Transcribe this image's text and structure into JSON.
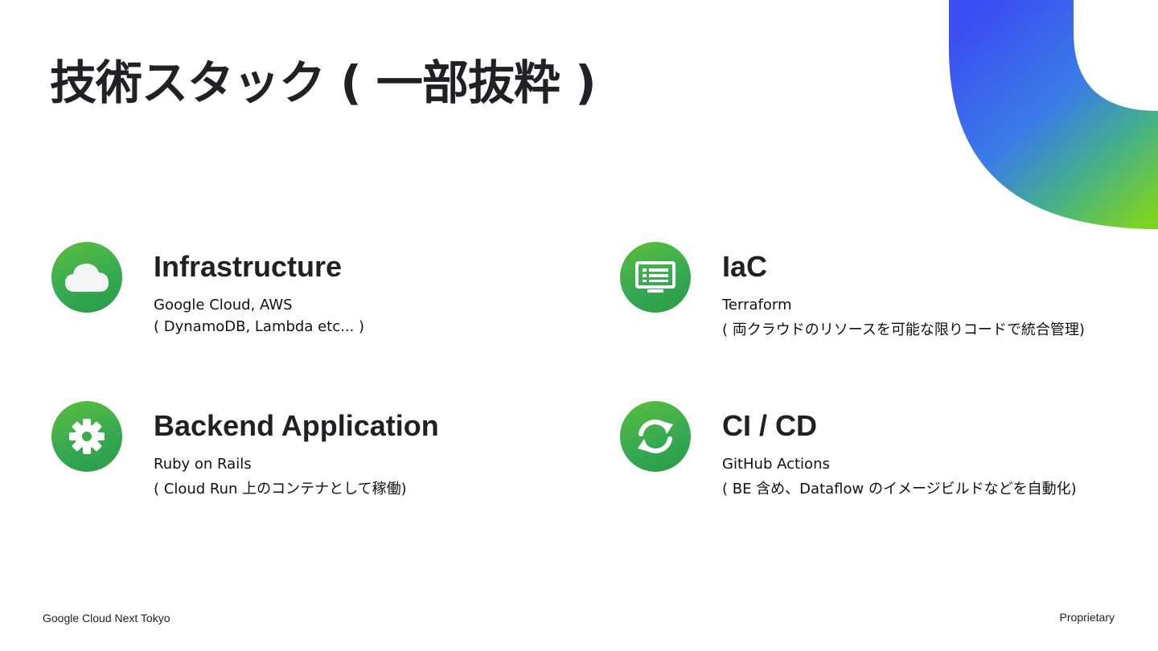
{
  "slide": {
    "title": "技術スタック ( 一部抜粋 )",
    "accent_colors": {
      "gradient_blue": "#3b4ef2",
      "gradient_green": "#7ed321",
      "icon_green": "#34a853"
    }
  },
  "items": [
    {
      "icon": "cloud-icon",
      "heading": "Infrastructure",
      "line1": "Google Cloud, AWS",
      "line2": "( DynamoDB, Lambda etc... )"
    },
    {
      "icon": "dashboard-icon",
      "heading": "IaC",
      "line1": "Terraform",
      "line2": "( 両クラウドのリソースを可能な限りコードで統合管理)"
    },
    {
      "icon": "gear-icon",
      "heading": "Backend Application",
      "line1": "Ruby on Rails",
      "line2": "( Cloud Run 上のコンテナとして稼働)"
    },
    {
      "icon": "sync-icon",
      "heading": "CI / CD",
      "line1": "GitHub Actions",
      "line2": "( BE 含め、Dataflow のイメージビルドなどを自動化)"
    }
  ],
  "footer": {
    "left": "Google Cloud Next Tokyo",
    "right": "Proprietary"
  }
}
